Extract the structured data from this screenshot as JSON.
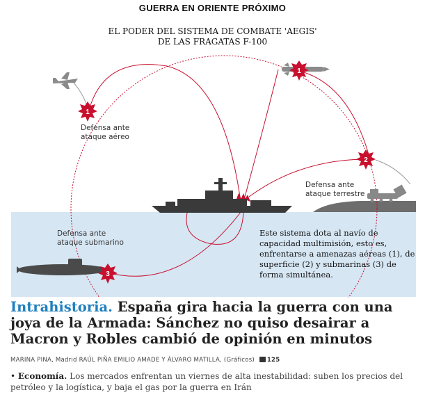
{
  "section": {
    "title": "GUERRA EN ORIENTE PRÓXIMO"
  },
  "graphic": {
    "title_line1": "EL PODER DEL SISTEMA DE COMBATE 'AEGIS'",
    "title_line2": "DE LAS FRAGATAS F-100",
    "label_air_1": "Defensa ante",
    "label_air_2": "ataque aéreo",
    "label_land_1": "Defensa ante",
    "label_land_2": "ataque terrestre",
    "label_sub_1": "Defensa ante",
    "label_sub_2": "ataque submarino",
    "badge_1": "1",
    "badge_1b": "1",
    "badge_2": "2",
    "badge_3": "3",
    "info_text": "Este sistema dota al navío de capacidad multimisión, esto es, enfrentarse a amenazas aéreas (1), de superficie (2) y submarinas (3) de forma simultánea.",
    "colors": {
      "sea": "#d6e6f3",
      "threat": "#c8102e",
      "land": "#6d6d6d",
      "vessel": "#3a3a3a"
    }
  },
  "article": {
    "kicker": "Intrahistoria.",
    "headline": "España gira hacia la guerra con una joya de la Armada: Sánchez no quiso desairar a Macron y Robles cambió de opinión en minutos",
    "byline": "MARINA PINA, Madrid RAÚL PIÑA EMILIO AMADE Y ÁLVARO MATILLA, (Gráficos)",
    "comments": "125"
  },
  "related": {
    "kicker": "Economía.",
    "text": "Los mercados enfrentan un viernes de alta inestabilidad: suben los precios del petróleo y la logística, y baja el gas por la guerra en Irán"
  }
}
